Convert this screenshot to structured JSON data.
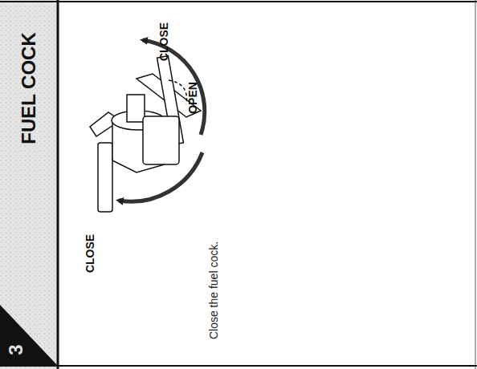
{
  "diagram": {
    "title": "FUEL COCK",
    "caption": "Close the fuel cock.",
    "labels": [
      "3",
      "CLOSE",
      "OPEN",
      "CLOSE"
    ]
  }
}
